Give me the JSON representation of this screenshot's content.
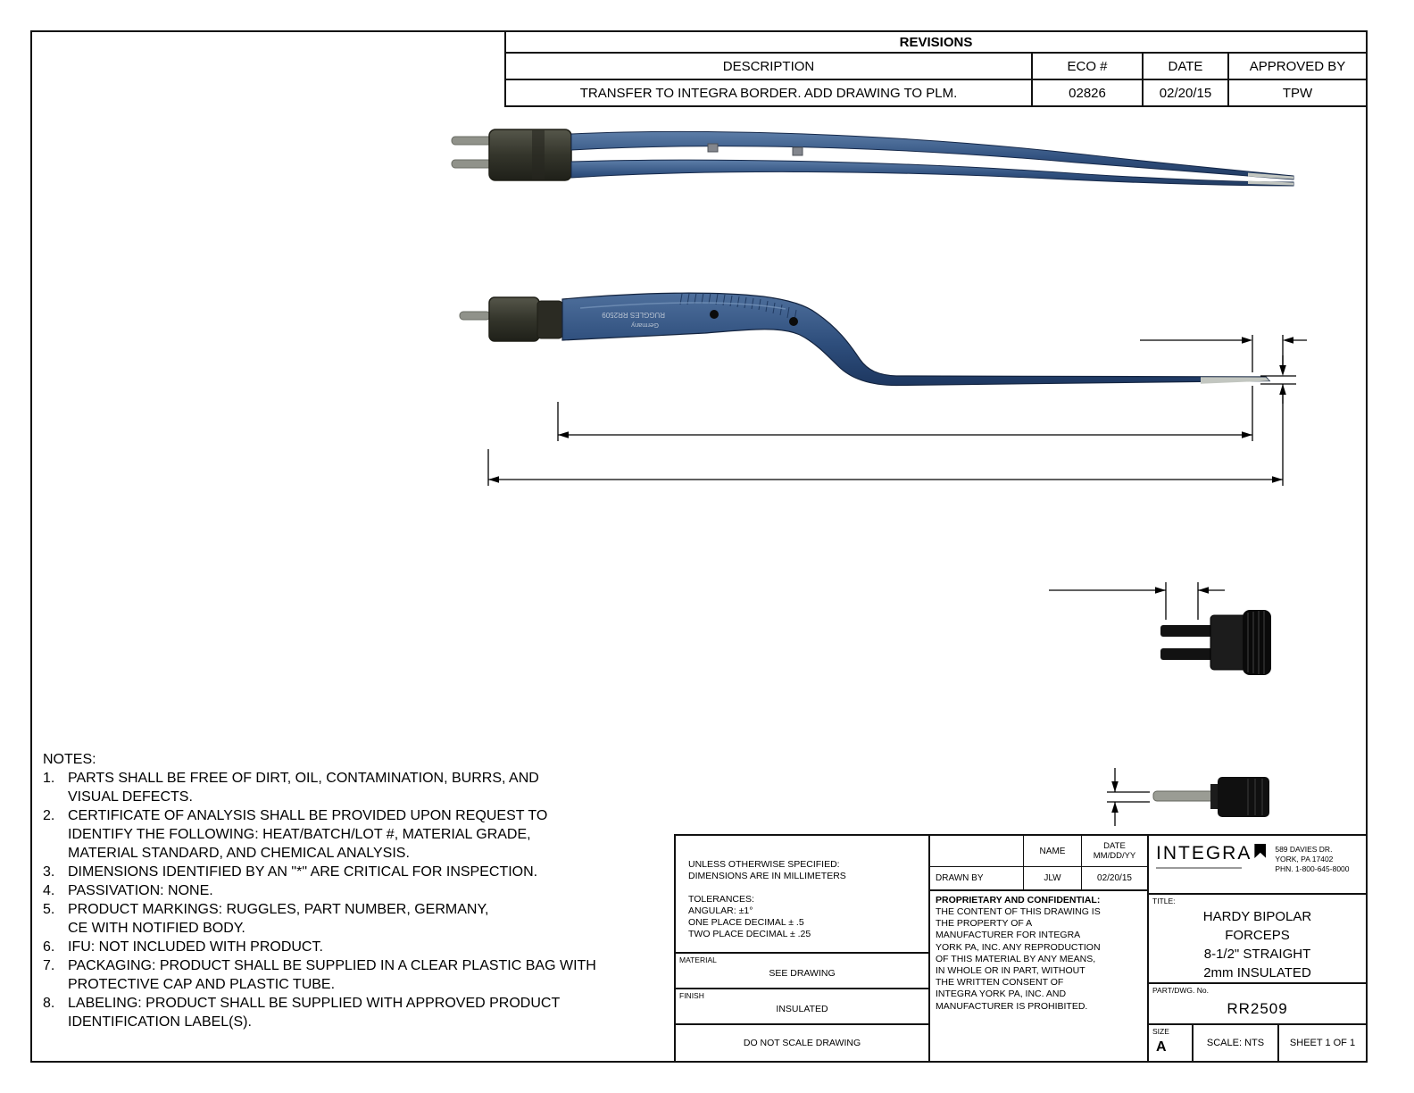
{
  "revisions": {
    "title": "REVISIONS",
    "col_description": "DESCRIPTION",
    "col_eco": "ECO #",
    "col_date": "DATE",
    "col_approved": "APPROVED BY",
    "row": {
      "description": "TRANSFER TO INTEGRA BORDER. ADD DRAWING TO PLM.",
      "eco": "02826",
      "date": "02/20/15",
      "approved": "TPW"
    }
  },
  "drawing": {
    "markings_line1": "RUGGLES RR2509",
    "markings_line2": "Germany"
  },
  "notes": {
    "title": "NOTES:",
    "items": [
      {
        "n": "1.",
        "text": "PARTS SHALL BE FREE OF DIRT, OIL, CONTAMINATION, BURRS, AND\nVISUAL DEFECTS."
      },
      {
        "n": "2.",
        "text": "CERTIFICATE OF ANALYSIS SHALL BE PROVIDED UPON REQUEST TO\nIDENTIFY THE FOLLOWING: HEAT/BATCH/LOT #, MATERIAL GRADE,\nMATERIAL STANDARD, AND CHEMICAL ANALYSIS."
      },
      {
        "n": "3.",
        "text": "DIMENSIONS IDENTIFIED BY AN \"*\" ARE CRITICAL FOR INSPECTION."
      },
      {
        "n": "4.",
        "text": "PASSIVATION: NONE."
      },
      {
        "n": "5.",
        "text": "PRODUCT MARKINGS: RUGGLES, PART NUMBER, GERMANY,\nCE WITH NOTIFIED BODY."
      },
      {
        "n": "6.",
        "text": "IFU: NOT INCLUDED WITH PRODUCT."
      },
      {
        "n": "7.",
        "text": "PACKAGING: PRODUCT SHALL BE SUPPLIED IN A CLEAR PLASTIC BAG WITH\nPROTECTIVE CAP AND PLASTIC TUBE."
      },
      {
        "n": "8.",
        "text": "LABELING: PRODUCT SHALL BE SUPPLIED WITH APPROVED PRODUCT\nIDENTIFICATION LABEL(S)."
      }
    ]
  },
  "title_block": {
    "spec_line1": "UNLESS OTHERWISE SPECIFIED:",
    "spec_line2": "DIMENSIONS ARE IN MILLIMETERS",
    "spec_line3": "TOLERANCES:",
    "spec_line4": "ANGULAR: ±1°",
    "spec_line5": "ONE PLACE DECIMAL ± .5",
    "spec_line6": "TWO PLACE DECIMAL ± .25",
    "material_label": "MATERIAL",
    "material_value": "SEE DRAWING",
    "finish_label": "FINISH",
    "finish_value": "INSULATED",
    "do_not_scale": "DO NOT SCALE DRAWING",
    "name_header": "NAME",
    "date_header_line1": "DATE",
    "date_header_line2": "MM/DD/YY",
    "drawn_by_label": "DRAWN BY",
    "drawn_by_name": "JLW",
    "drawn_by_date": "02/20/15",
    "proprietary_heading": "PROPRIETARY AND CONFIDENTIAL:",
    "proprietary_body": "THE CONTENT OF THIS DRAWING IS THE PROPERTY OF A MANUFACTURER FOR INTEGRA YORK PA, INC. ANY REPRODUCTION OF THIS MATERIAL BY ANY MEANS, IN WHOLE OR IN PART, WITHOUT THE WRITTEN CONSENT OF INTEGRA YORK PA, INC. AND MANUFACTURER IS PROHIBITED.",
    "company_name": "INTEGRA",
    "address_line1": "589 DAVIES DR.",
    "address_line2": "YORK, PA 17402",
    "address_line3": "PHN. 1-800-645-8000",
    "title_label": "TITLE:",
    "title_line1": "HARDY BIPOLAR",
    "title_line2": "FORCEPS",
    "title_line3": "8-1/2\" STRAIGHT",
    "title_line4": "2mm INSULATED",
    "part_label": "PART/DWG. No.",
    "part_number": "RR2509",
    "size_label": "SIZE",
    "size_value": "A",
    "scale_text": "SCALE: NTS",
    "sheet_text": "SHEET 1 OF 1"
  }
}
